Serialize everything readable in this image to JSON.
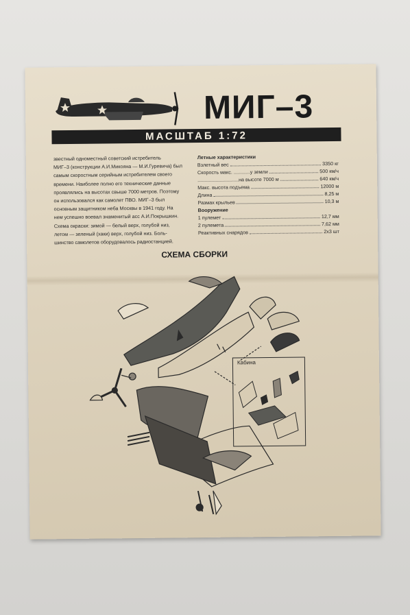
{
  "title": "МИГ–3",
  "scale": "МАСШТАБ 1:72",
  "intro": [
    "звестный одноместный советский истребитель",
    "МИГ–3 (конструкции А.И.Микояна — М.И.Гуревича) был",
    "самым скоростным серийным истребителем своего",
    "времени. Наиболее полно его технические данные",
    "проявлялись на высотах свыше 7000 метров. Поэтому",
    "он использовался как самолет ПВО. МИГ–3 был",
    "основным защитником неба Москвы в 1941 году. На",
    "нем успешно воевал знаменитый асс А.И.Покрышкин.",
    "Схема окраски: зимой — белый верх, голубой низ,",
    "летом — зеленый (хаки) верх, голубой низ. Боль-",
    "шинство самолетов оборудовалось радиостанцией."
  ],
  "specs": {
    "flight_heading": "Летные характеристики",
    "rows": [
      {
        "label": "Взлетный вес",
        "value": "3350 кг"
      },
      {
        "label": "Скорость макс. ............у земли",
        "value": "500 км/ч"
      },
      {
        "label": "..............................на высоте 7000 м",
        "value": "640 км/ч"
      },
      {
        "label": "Макс. высота подъема",
        "value": "12000 м"
      },
      {
        "label": "Длина",
        "value": "8,25 м"
      },
      {
        "label": "Размах крыльев",
        "value": "10,3 м"
      }
    ],
    "armament_heading": "Вооружение",
    "arm_rows": [
      {
        "label": "1 пулемет",
        "value": "12,7 мм"
      },
      {
        "label": "2 пулемета",
        "value": "7,62 мм"
      },
      {
        "label": "Реактивных снарядов",
        "value": "2х3 шт"
      }
    ]
  },
  "assembly_title": "СХЕМА СБОРКИ",
  "cockpit_label": "Кабина",
  "colors": {
    "ink": "#1f1f1f",
    "paper": "#ddd2bc"
  }
}
